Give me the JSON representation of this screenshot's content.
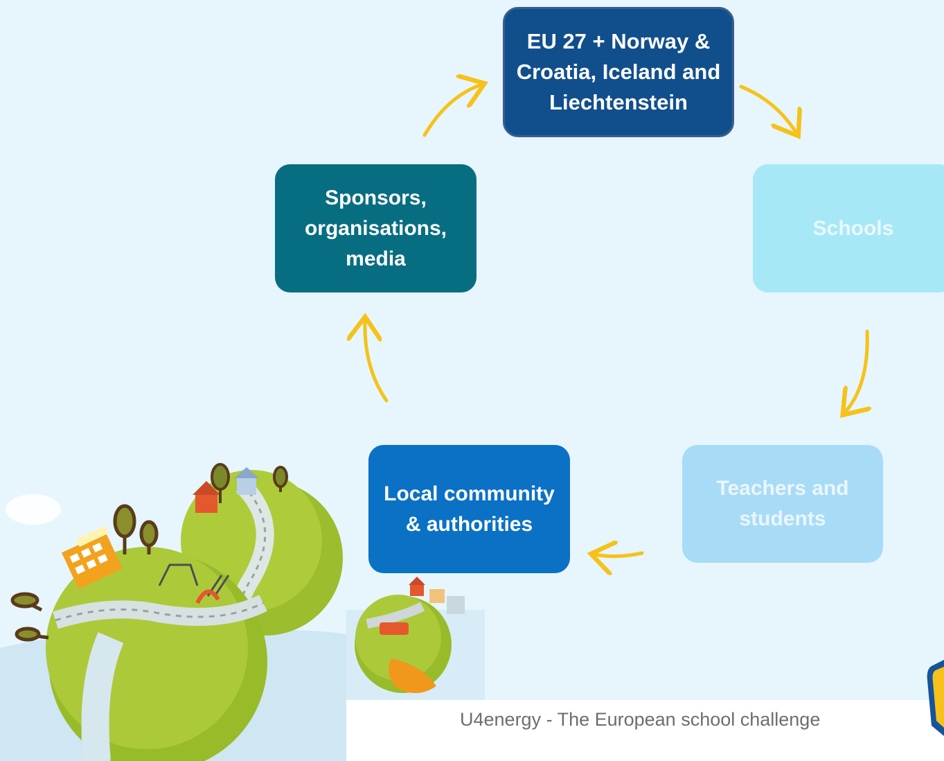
{
  "nodes": {
    "eu": "EU 27 + Norway & Croatia, Iceland and Liechtenstein",
    "schools": "Schools",
    "teachers": "Teachers and students",
    "local": "Local community & authorities",
    "sponsors": "Sponsors, organisations, media"
  },
  "footer": "U4energy - The European school challenge",
  "colors": {
    "arrow": "#f6c21a",
    "eu": "#114f8c",
    "schools": "#a7e8f6",
    "teachers": "#a8dcf6",
    "local": "#0a71c5",
    "sponsors": "#076e82",
    "background": "#e6f6fc"
  },
  "illustration": "planets-with-school-and-houses"
}
